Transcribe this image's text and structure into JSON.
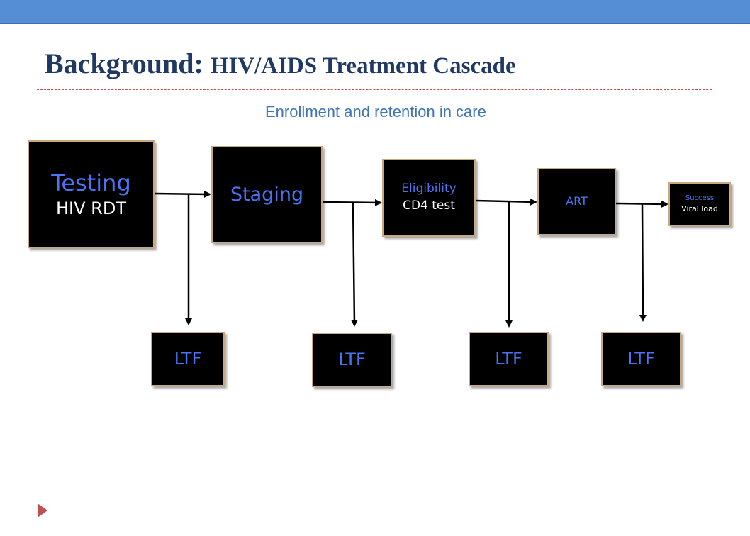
{
  "slide": {
    "title_main": "Background:",
    "title_sub": "HIV/AIDS Treatment Cascade",
    "subtitle": "Enrollment and retention in care"
  },
  "diagram": {
    "stages": [
      {
        "label": "Testing",
        "sub": "HIV RDT"
      },
      {
        "label": "Staging",
        "sub": ""
      },
      {
        "label": "Eligibility",
        "sub": "CD4 test"
      },
      {
        "label": "ART",
        "sub": ""
      },
      {
        "label": "Success",
        "sub": "Viral load"
      }
    ],
    "dropouts": [
      "LTF",
      "LTF",
      "LTF",
      "LTF"
    ]
  },
  "colors": {
    "header_bar": "#558ed5",
    "title": "#1f3864",
    "subtitle": "#3f73b8",
    "box_fill": "#000000",
    "box_label": "#4a73f5",
    "box_sub": "#ffffff",
    "divider": "#c0504d",
    "bullet": "#c0504d"
  }
}
